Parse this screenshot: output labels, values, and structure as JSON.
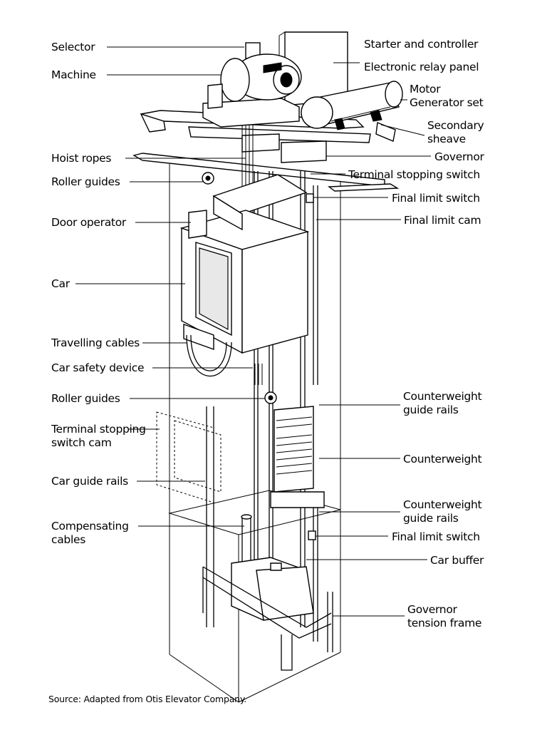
{
  "labels": {
    "selector": "Selector",
    "machine": "Machine",
    "hoist_ropes": "Hoist ropes",
    "roller_guides_top": "Roller guides",
    "door_operator": "Door operator",
    "car": "Car",
    "travelling_cables": "Travelling cables",
    "car_safety_device": "Car safety device",
    "roller_guides_bottom": "Roller guides",
    "terminal_stopping_switch_cam_1": "Terminal stopping",
    "terminal_stopping_switch_cam_2": "switch cam",
    "car_guide_rails": "Car guide rails",
    "compensating_cables_1": "Compensating",
    "compensating_cables_2": "cables",
    "starter_and_controller": "Starter and controller",
    "electronic_relay_panel": "Electronic relay panel",
    "motor_generator_1": "Motor",
    "motor_generator_2": "Generator set",
    "secondary_sheave_1": "Secondary",
    "secondary_sheave_2": "sheave",
    "governor": "Governor",
    "terminal_stopping_switch": "Terminal stopping switch",
    "final_limit_switch_top": "Final limit switch",
    "final_limit_cam": "Final limit cam",
    "counterweight_guide_rails_top_1": "Counterweight",
    "counterweight_guide_rails_top_2": "guide rails",
    "counterweight": "Counterweight",
    "counterweight_guide_rails_bottom_1": "Counterweight",
    "counterweight_guide_rails_bottom_2": "guide rails",
    "final_limit_switch_bottom": "Final limit switch",
    "car_buffer": "Car buffer",
    "governor_tension_frame_1": "Governor",
    "governor_tension_frame_2": "tension frame"
  },
  "source": "Source: Adapted from Otis Elevator Company."
}
